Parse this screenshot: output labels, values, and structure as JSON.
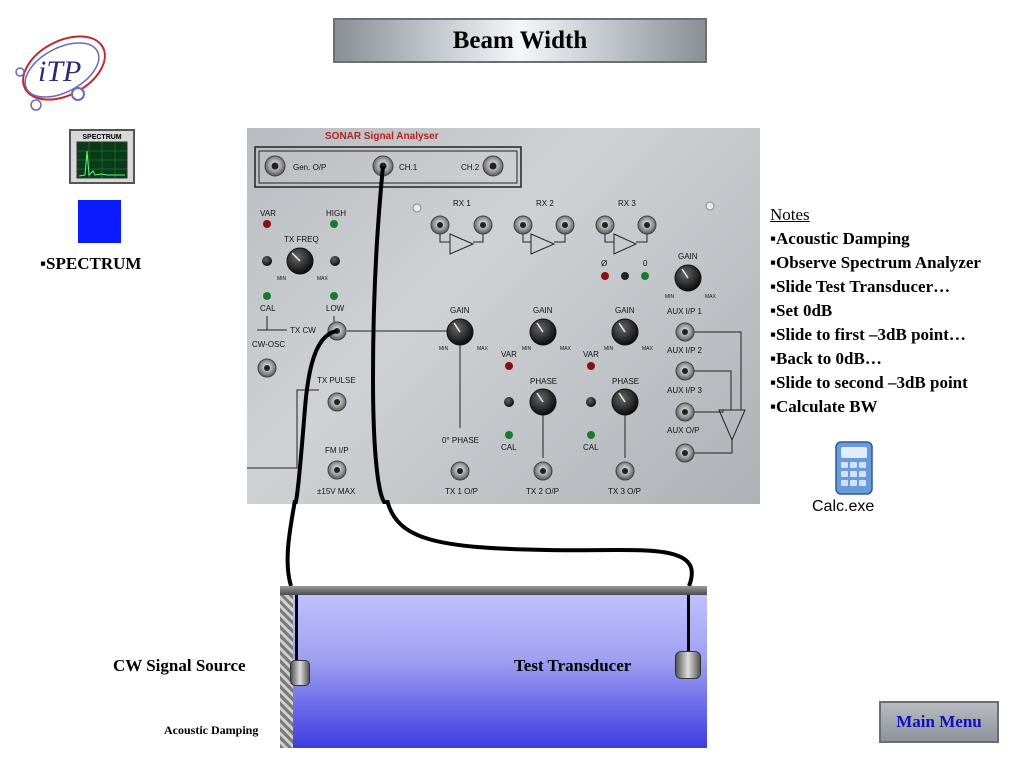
{
  "title": "Beam Width",
  "logo": {
    "text": "iTP"
  },
  "sidebar": {
    "thumbnail_label": "SPECTRUM",
    "item_label": "▪SPECTRUM"
  },
  "panel": {
    "title": "SONAR Signal Analyser",
    "gen_op": "Gen. O/P",
    "ch1": "CH.1",
    "ch2": "CH.2",
    "rx1": "RX 1",
    "rx2": "RX 2",
    "rx3": "RX 3",
    "var": "VAR",
    "high": "HIGH",
    "tx_freq": "TX FREQ",
    "min": "MIN",
    "max": "MAX",
    "cal": "CAL",
    "low": "LOW",
    "tx_cw": "TX CW",
    "cw_osc": "CW-OSC",
    "tx_pulse": "TX PULSE",
    "fm_ip": "FM I/P",
    "v15_max": "±15V MAX",
    "gain": "GAIN",
    "phase": "PHASE",
    "phase0": "0° PHASE",
    "tx1_op": "TX 1 O/P",
    "tx2_op": "TX 2 O/P",
    "tx3_op": "TX 3 O/P",
    "phase_neg": "Ø",
    "phase_zero": "0",
    "aux1": "AUX I/P 1",
    "aux2": "AUX I/P 2",
    "aux3": "AUX I/P 3",
    "auxop": "AUX O/P"
  },
  "notes": {
    "heading": "Notes",
    "items": [
      "▪Acoustic Damping",
      "▪Observe Spectrum Analyzer",
      "▪Slide Test Transducer…",
      "▪Set 0dB",
      "▪Slide to first –3dB point…",
      "▪Back to 0dB…",
      "▪Slide to second –3dB point",
      "▪Calculate BW"
    ]
  },
  "calc": {
    "label": "Calc.exe"
  },
  "tank": {
    "source_label": "CW Signal Source",
    "transducer_label": "Test Transducer",
    "damping_label": "Acoustic Damping"
  },
  "main_menu": {
    "label": "Main Menu"
  },
  "colors": {
    "accent": "#0a1cff",
    "menu_text": "#1010c0",
    "panel_title": "#b22222"
  }
}
